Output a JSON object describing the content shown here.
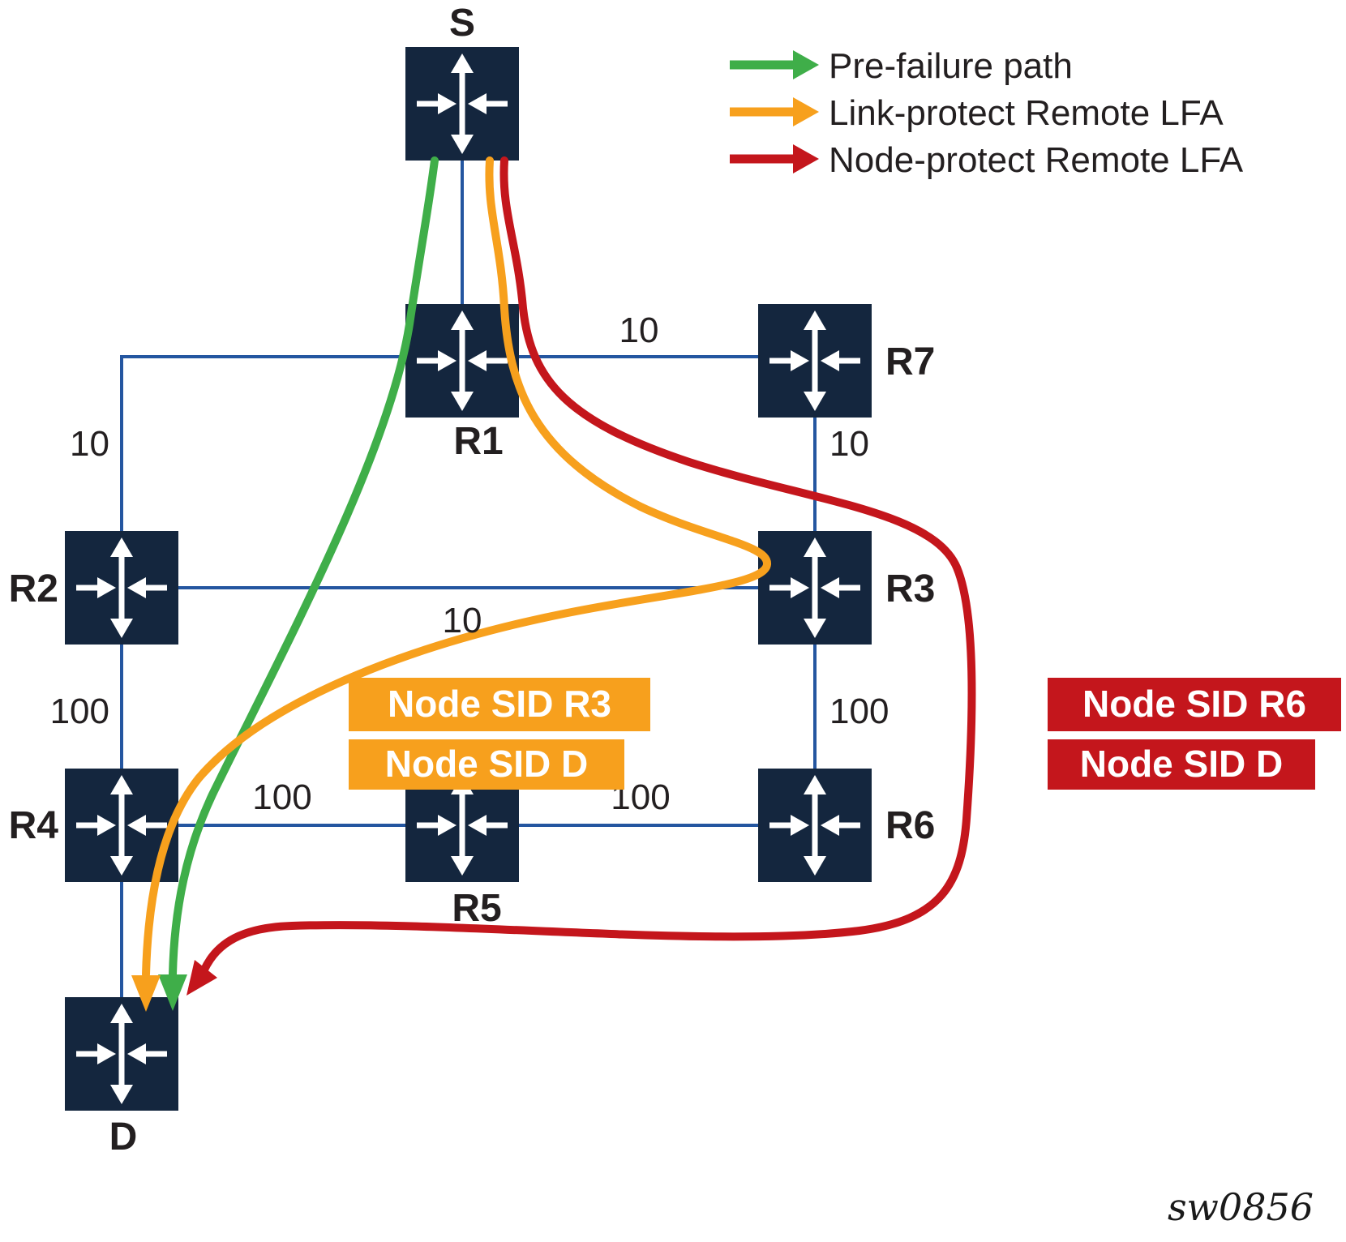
{
  "legend": {
    "items": [
      {
        "label": "Pre-failure path"
      },
      {
        "label": "Link-protect Remote LFA"
      },
      {
        "label": "Node-protect Remote LFA"
      }
    ]
  },
  "colors": {
    "green": "#3fae49",
    "orange": "#f7a01d",
    "red": "#c4161c",
    "link_blue": "#2456a0",
    "node_navy": "#14263e",
    "text": "#231f20"
  },
  "nodes": [
    {
      "id": "S",
      "label": "S"
    },
    {
      "id": "R1",
      "label": "R1"
    },
    {
      "id": "R7",
      "label": "R7"
    },
    {
      "id": "R2",
      "label": "R2"
    },
    {
      "id": "R3",
      "label": "R3"
    },
    {
      "id": "R4",
      "label": "R4"
    },
    {
      "id": "R5",
      "label": "R5"
    },
    {
      "id": "R6",
      "label": "R6"
    },
    {
      "id": "D",
      "label": "D"
    }
  ],
  "links": [
    {
      "from": "S",
      "to": "R1",
      "cost": ""
    },
    {
      "from": "R1",
      "to": "R7",
      "cost": "10"
    },
    {
      "from": "R1",
      "to": "R2",
      "cost": "10"
    },
    {
      "from": "R7",
      "to": "R3",
      "cost": "10"
    },
    {
      "from": "R2",
      "to": "R3",
      "cost": "10"
    },
    {
      "from": "R2",
      "to": "R4",
      "cost": "100"
    },
    {
      "from": "R3",
      "to": "R6",
      "cost": "100",
      "cost_color": "#c4161c"
    },
    {
      "from": "R4",
      "to": "R5",
      "cost": "100"
    },
    {
      "from": "R5",
      "to": "R6",
      "cost": "100"
    },
    {
      "from": "R4",
      "to": "D",
      "cost": ""
    }
  ],
  "paths": [
    {
      "name": "pre-failure-path"
    },
    {
      "name": "link-protect-remote-lfa-path"
    },
    {
      "name": "node-protect-remote-lfa-path"
    }
  ],
  "annotations": {
    "orange_box_1": "Node SID R3",
    "orange_box_2": "Node SID D",
    "red_box_1": "Node SID R6",
    "red_box_2": "Node SID D"
  },
  "watermark": "sw0856"
}
